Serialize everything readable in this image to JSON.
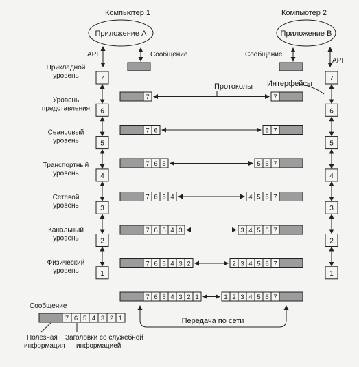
{
  "computer1": {
    "title": "Компьютер 1",
    "app": "Приложение А",
    "api": "API",
    "message": "Сообщение"
  },
  "computer2": {
    "title": "Компьютер 2",
    "app": "Приложение В",
    "api": "API",
    "message": "Сообщение"
  },
  "labels": {
    "protocols": "Протоколы",
    "interfaces": "Интерфейсы",
    "network": "Передача по сети"
  },
  "layers": [
    {
      "num": "7",
      "name1": "Прикладной",
      "name2": "уровень"
    },
    {
      "num": "6",
      "name1": "Уровень",
      "name2": "представления"
    },
    {
      "num": "5",
      "name1": "Сеансовый",
      "name2": "уровень"
    },
    {
      "num": "4",
      "name1": "Транспортный",
      "name2": "уровень"
    },
    {
      "num": "3",
      "name1": "Сетевой",
      "name2": "уровень"
    },
    {
      "num": "2",
      "name1": "Канальный",
      "name2": "уровень"
    },
    {
      "num": "1",
      "name1": "Физический",
      "name2": "уровень"
    }
  ],
  "legend": {
    "title": "Сообщение",
    "payload1": "Полезная",
    "payload2": "информация",
    "headers1": "Заголовки со служебной",
    "headers2": "информацией",
    "cells": [
      "7",
      "6",
      "5",
      "4",
      "3",
      "2",
      "1"
    ]
  },
  "colors": {
    "payload": "#9c9c9c",
    "line": "#222222",
    "paper": "#f4f4f2"
  }
}
